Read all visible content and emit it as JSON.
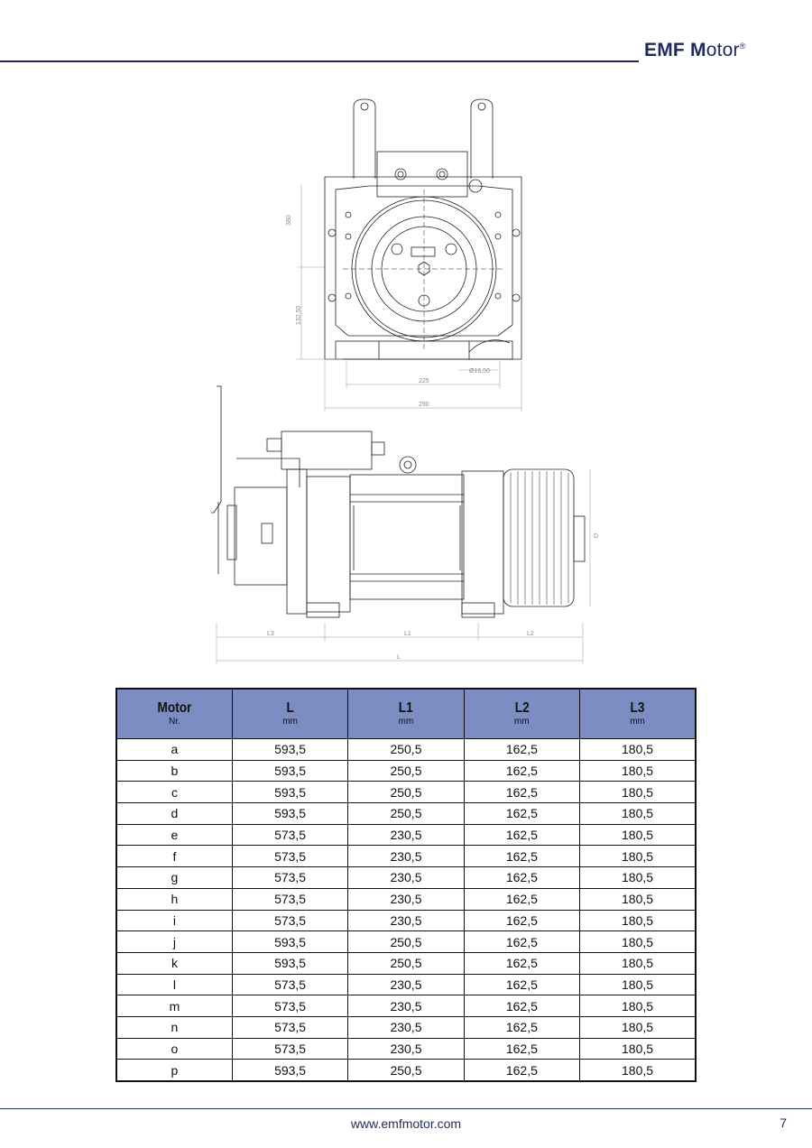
{
  "brand": {
    "name_bold": "EMF",
    "name_rest": "otor",
    "name_m": "M",
    "registered": "®"
  },
  "drawing": {
    "front_dims": {
      "height_total": "380",
      "center_height": "132,50",
      "hole_dia": "Ø16,50",
      "bolt_span": "225",
      "base_width": "290"
    },
    "side_dims": {
      "L3": "L3",
      "L1": "L1",
      "L2": "L2",
      "L": "L",
      "D": "D"
    }
  },
  "table": {
    "headers": [
      {
        "title": "Motor",
        "unit": "Nr."
      },
      {
        "title": "L",
        "unit": "mm"
      },
      {
        "title": "L1",
        "unit": "mm"
      },
      {
        "title": "L2",
        "unit": "mm"
      },
      {
        "title": "L3",
        "unit": "mm"
      }
    ],
    "rows": [
      [
        "a",
        "593,5",
        "250,5",
        "162,5",
        "180,5"
      ],
      [
        "b",
        "593,5",
        "250,5",
        "162,5",
        "180,5"
      ],
      [
        "c",
        "593,5",
        "250,5",
        "162,5",
        "180,5"
      ],
      [
        "d",
        "593,5",
        "250,5",
        "162,5",
        "180,5"
      ],
      [
        "e",
        "573,5",
        "230,5",
        "162,5",
        "180,5"
      ],
      [
        "f",
        "573,5",
        "230,5",
        "162,5",
        "180,5"
      ],
      [
        "g",
        "573,5",
        "230,5",
        "162,5",
        "180,5"
      ],
      [
        "h",
        "573,5",
        "230,5",
        "162,5",
        "180,5"
      ],
      [
        "i",
        "573,5",
        "230,5",
        "162,5",
        "180,5"
      ],
      [
        "j",
        "593,5",
        "250,5",
        "162,5",
        "180,5"
      ],
      [
        "k",
        "593,5",
        "250,5",
        "162,5",
        "180,5"
      ],
      [
        "l",
        "573,5",
        "230,5",
        "162,5",
        "180,5"
      ],
      [
        "m",
        "573,5",
        "230,5",
        "162,5",
        "180,5"
      ],
      [
        "n",
        "573,5",
        "230,5",
        "162,5",
        "180,5"
      ],
      [
        "o",
        "573,5",
        "230,5",
        "162,5",
        "180,5"
      ],
      [
        "p",
        "593,5",
        "250,5",
        "162,5",
        "180,5"
      ]
    ]
  },
  "footer": {
    "url": "www.emfmotor.com",
    "page": "7"
  },
  "colors": {
    "brand_navy": "#1f2a5c",
    "header_fill": "#7b8dc3"
  }
}
